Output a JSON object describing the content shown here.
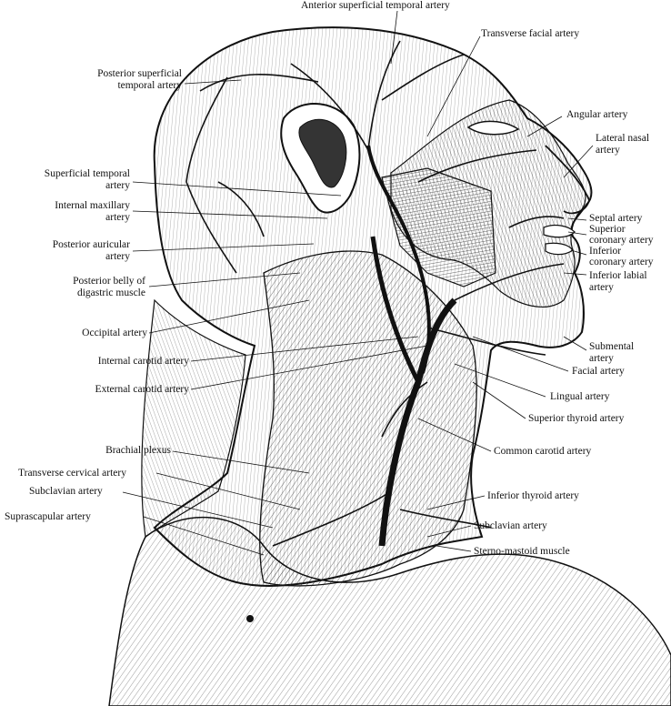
{
  "figure": {
    "labels": {
      "anterior_superficial_temporal": "Anterior superficial temporal artery",
      "transverse_facial": "Transverse facial artery",
      "posterior_superficial_temporal_1": "Posterior superficial",
      "posterior_superficial_temporal_2": "temporal artery",
      "angular": "Angular artery",
      "lateral_nasal_1": "Lateral nasal",
      "lateral_nasal_2": "artery",
      "superficial_temporal_1": "Superficial temporal",
      "superficial_temporal_2": "artery",
      "internal_maxillary_1": "Internal maxillary",
      "internal_maxillary_2": "artery",
      "septal": "Septal artery",
      "superior_coronary_1": "Superior",
      "superior_coronary_2": "coronary artery",
      "posterior_auricular_1": "Posterior auricular",
      "posterior_auricular_2": "artery",
      "inferior_coronary_1": "Inferior",
      "inferior_coronary_2": "coronary artery",
      "inferior_labial_1": "Inferior labial",
      "inferior_labial_2": "artery",
      "posterior_belly_1": "Posterior belly of",
      "posterior_belly_2": "digastric muscle",
      "occipital": "Occipital artery",
      "submental_1": "Submental",
      "submental_2": "artery",
      "internal_carotid": "Internal carotid artery",
      "facial": "Facial artery",
      "external_carotid": "External carotid artery",
      "lingual": "Lingual artery",
      "superior_thyroid": "Superior thyroid artery",
      "brachial_plexus": "Brachial plexus",
      "common_carotid": "Common carotid artery",
      "transverse_cervical": "Transverse cervical artery",
      "subclavian_left": "Subclavian artery",
      "inferior_thyroid": "Inferior thyroid artery",
      "suprascapular": "Suprascapular artery",
      "subclavian_right": "Subclavian artery",
      "sterno_mastoid": "Sterno-mastoid muscle"
    }
  }
}
